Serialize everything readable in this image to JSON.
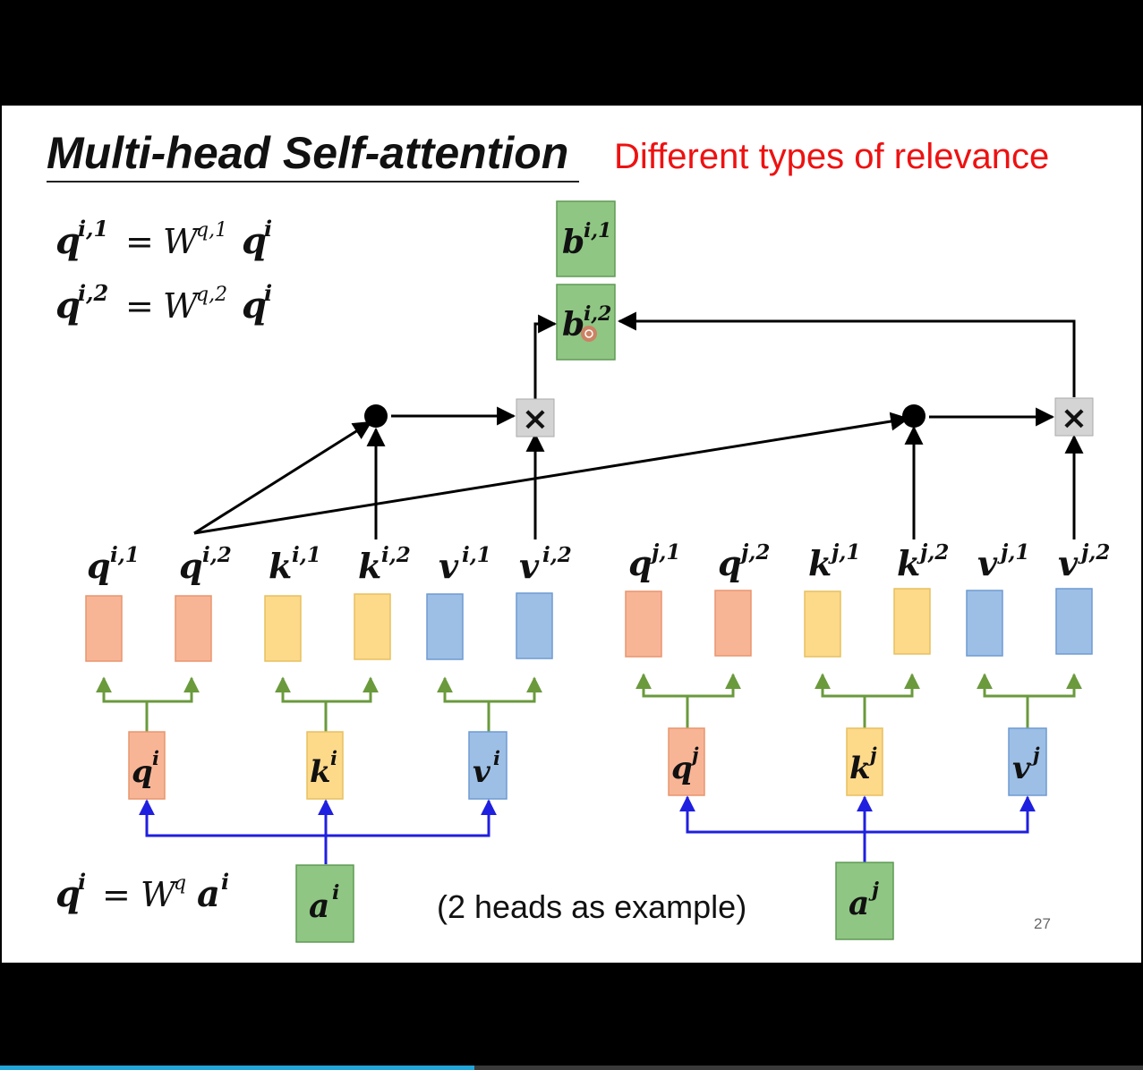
{
  "slide": {
    "title": "Multi-head Self-attention",
    "subtitle": "Different types of relevance",
    "note": "(2 heads as example)",
    "page_number": "27"
  },
  "equations": {
    "eq1": {
      "lhs": "q",
      "lhs_sup": "i,1",
      "eq": "=",
      "w": "W",
      "w_sup": "q,1",
      "rhs": "q",
      "rhs_sup": "i"
    },
    "eq2": {
      "lhs": "q",
      "lhs_sup": "i,2",
      "eq": "=",
      "w": "W",
      "w_sup": "q,2",
      "rhs": "q",
      "rhs_sup": "i"
    },
    "eq3": {
      "lhs": "q",
      "lhs_sup": "i",
      "eq": "=",
      "w": "W",
      "w_sup": "q",
      "rhs": "a",
      "rhs_sup": "i"
    }
  },
  "outputs": {
    "b1": {
      "base": "b",
      "sup": "i,1"
    },
    "b2": {
      "base": "b",
      "sup": "i,2"
    }
  },
  "operators": {
    "multiply_symbol": "×"
  },
  "head_labels_i": [
    {
      "base": "q",
      "sup": "i,1"
    },
    {
      "base": "q",
      "sup": "i,2"
    },
    {
      "base": "k",
      "sup": "i,1"
    },
    {
      "base": "k",
      "sup": "i,2"
    },
    {
      "base": "v",
      "sup": "i,1"
    },
    {
      "base": "v",
      "sup": "i,2"
    }
  ],
  "head_labels_j": [
    {
      "base": "q",
      "sup": "j,1"
    },
    {
      "base": "q",
      "sup": "j,2"
    },
    {
      "base": "k",
      "sup": "j,1"
    },
    {
      "base": "k",
      "sup": "j,2"
    },
    {
      "base": "v",
      "sup": "j,1"
    },
    {
      "base": "v",
      "sup": "j,2"
    }
  ],
  "mid_labels_i": [
    {
      "base": "q",
      "sup": "i"
    },
    {
      "base": "k",
      "sup": "i"
    },
    {
      "base": "v",
      "sup": "i"
    }
  ],
  "mid_labels_j": [
    {
      "base": "q",
      "sup": "j"
    },
    {
      "base": "k",
      "sup": "j"
    },
    {
      "base": "v",
      "sup": "j"
    }
  ],
  "inputs": {
    "ai": {
      "base": "a",
      "sup": "i"
    },
    "aj": {
      "base": "a",
      "sup": "j"
    }
  },
  "colors": {
    "query": "#f8b596",
    "key": "#fdd98a",
    "value": "#9dbfe6",
    "output": "#8fc683",
    "green_arrow": "#6a9a3c",
    "blue_arrow": "#1f1fe0",
    "op_box": "#d4d4d4",
    "title_red": "#ee1111"
  },
  "video": {
    "progress": 0.415
  }
}
